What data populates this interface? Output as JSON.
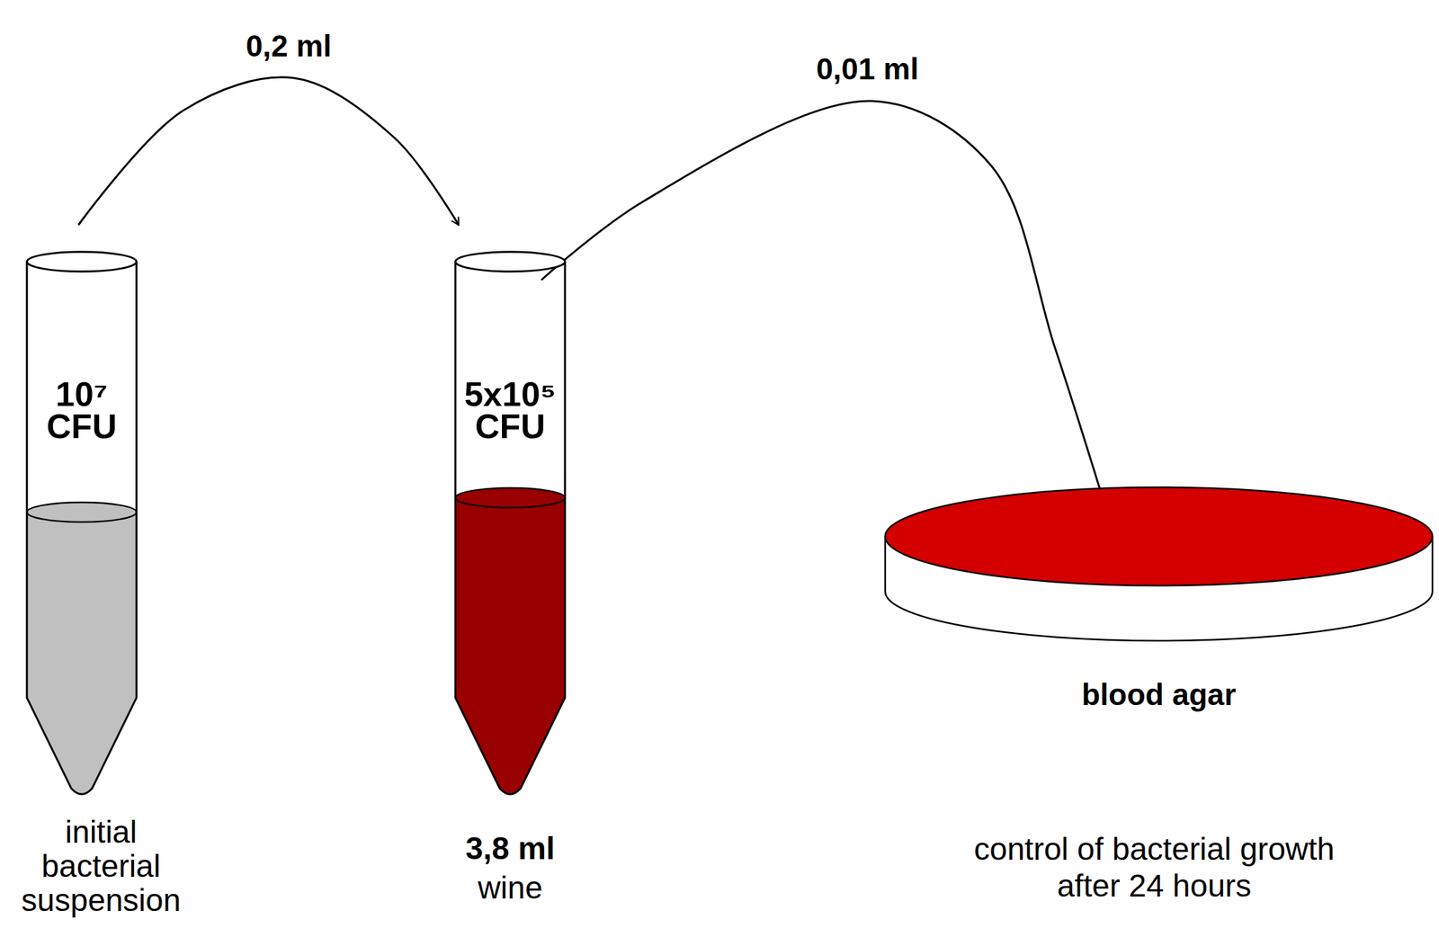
{
  "diagram": {
    "nodes": [
      {
        "text": [
          "10⁷ CFU",
          "initial bacterial suspension"
        ]
      },
      {
        "text": [
          "5x10⁵ CFU",
          "3,8 ml",
          "wine"
        ]
      },
      {
        "text": [
          "blood agar",
          "control of bacterial growth after 24 hours"
        ]
      }
    ],
    "edges": [
      {
        "from": 0,
        "to": 1,
        "label": "0,2 ml",
        "arrow": "to"
      },
      {
        "from": 1,
        "to": 2,
        "label": "0,01 ml",
        "arrow": "to"
      }
    ]
  }
}
